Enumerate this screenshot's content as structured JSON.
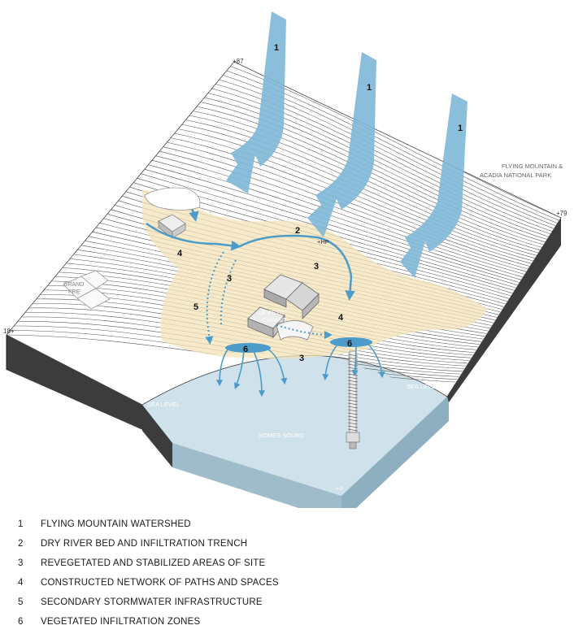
{
  "labels": {
    "elev_top": "+87",
    "elev_right": "+79",
    "elev_left": "18+",
    "elev_base": "+0",
    "elev_hp": "+HP",
    "flying_mountain": "FLYING MOUNTAIN &",
    "acadia": "ACADIA NATIONAL PARK",
    "grand": "GRAND",
    "pre": "PRE",
    "le_petit": "LE PETIT",
    "chalet": "CHALET",
    "sea_level_left": "SEA LEVEL",
    "sea_level_right": "SEA LEVEL",
    "somes_sound": "SOMES SOUND"
  },
  "markers": {
    "arrow_1": "1",
    "arrow_2": "1",
    "arrow_3": "1",
    "trench": "2",
    "veg_a": "3",
    "veg_b": "3",
    "veg_c": "3",
    "path_a": "4",
    "path_b": "4",
    "secondary": "5",
    "zone_a": "6",
    "zone_b": "6"
  },
  "legend": [
    {
      "num": "1",
      "text": "FLYING MOUNTAIN WATERSHED"
    },
    {
      "num": "2",
      "text": "DRY RIVER BED AND INFILTRATION TRENCH"
    },
    {
      "num": "3",
      "text": "REVEGETATED AND STABILIZED AREAS OF SITE"
    },
    {
      "num": "4",
      "text": "CONSTRUCTED NETWORK OF PATHS AND SPACES"
    },
    {
      "num": "5",
      "text": "SECONDARY STORMWATER INFRASTRUCTURE"
    },
    {
      "num": "6",
      "text": "VEGETATED INFILTRATION ZONES"
    }
  ],
  "colors": {
    "arrow_blue": "#7fb8d8",
    "water_blue": "#4d9bc8",
    "water_surface": "#cfe1ea",
    "site_tan": "#f3e3b8",
    "block_side": "#3c3c3c"
  }
}
